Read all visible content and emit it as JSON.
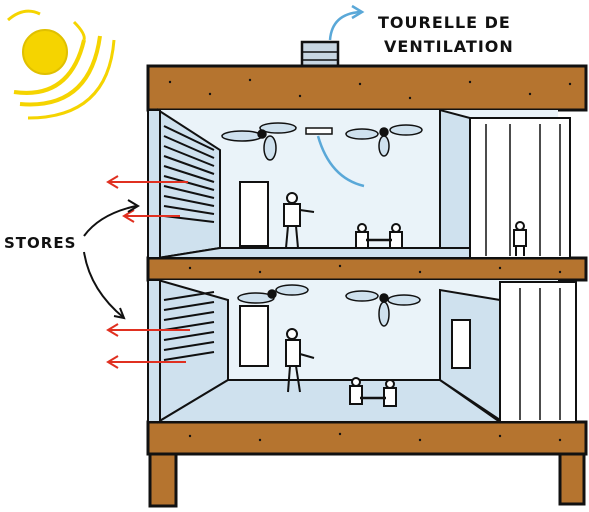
{
  "labels": {
    "vent_line1": "TOURELLE DE",
    "vent_line2": "VENTILATION",
    "blinds": "STORES"
  },
  "colors": {
    "sun": "#f5d400",
    "wood": "#b5742f",
    "wall_blue": "#cfe1ee",
    "ink": "#111111",
    "heat_arrow": "#e03020",
    "air_arrow": "#5aa8d8"
  },
  "icons": [
    "sun-icon",
    "ventilation-turret-icon",
    "ceiling-fan-icon",
    "person-icon",
    "heat-arrow-icon",
    "airflow-arrow-icon"
  ]
}
